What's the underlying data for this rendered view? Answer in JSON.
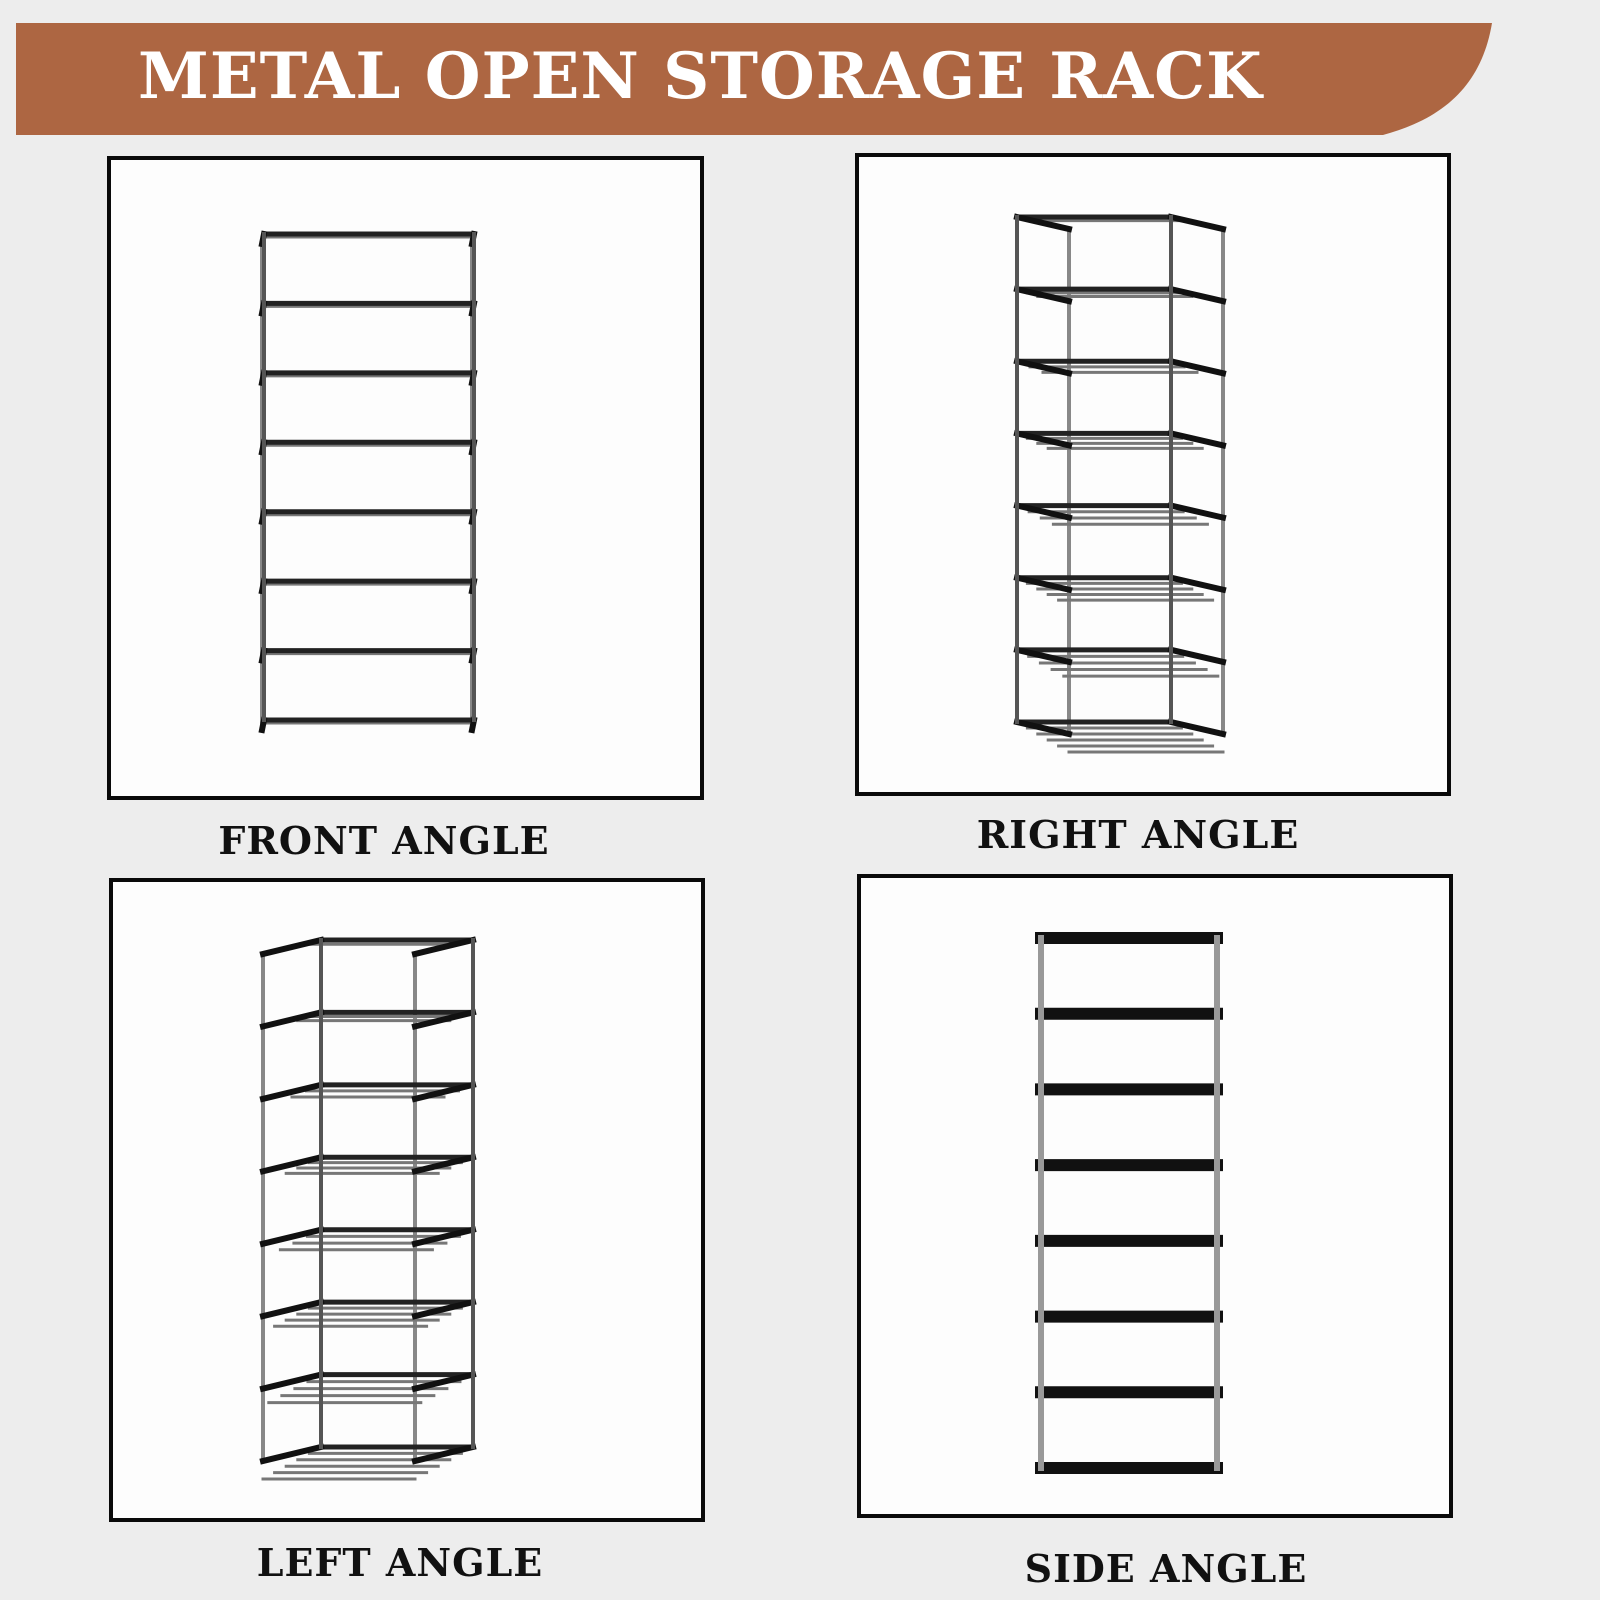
{
  "banner": {
    "title": "METAL OPEN STORAGE RACK",
    "color": "#AD6642"
  },
  "views": [
    {
      "label": "FRONT ANGLE",
      "shelves": 8
    },
    {
      "label": "RIGHT ANGLE",
      "shelves": 8
    },
    {
      "label": "LEFT ANGLE",
      "shelves": 8
    },
    {
      "label": "SIDE ANGLE",
      "shelves": 8
    }
  ]
}
